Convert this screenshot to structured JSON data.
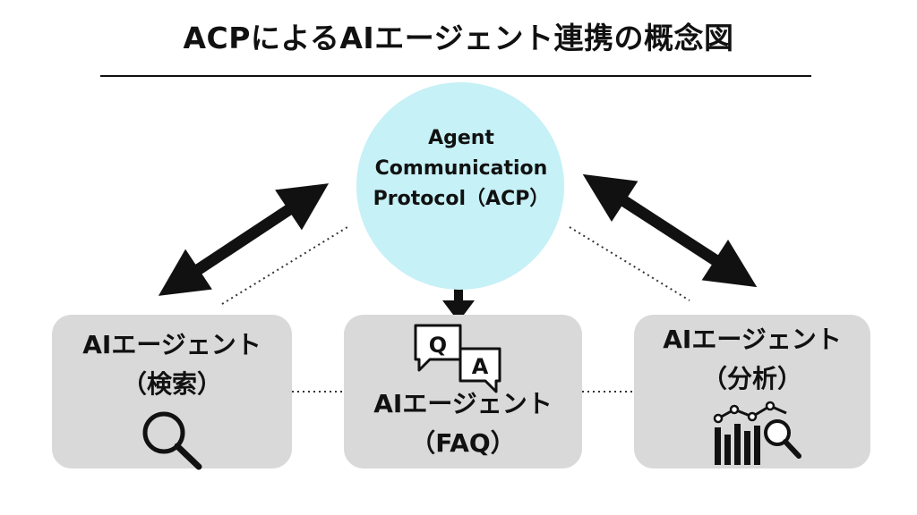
{
  "title": "ACPによるAIエージェント連携の概念図",
  "center": {
    "line1": "Agent",
    "line2": "Communication",
    "line3": "Protocol（ACP）",
    "color": "#c6f1f6"
  },
  "agents": [
    {
      "name": "AIエージェント",
      "role": "（検索）",
      "icon": "search-icon"
    },
    {
      "name": "AIエージェント",
      "role": "（FAQ）",
      "icon": "qa-icon"
    },
    {
      "name": "AIエージェント",
      "role": "（分析）",
      "icon": "analytics-icon"
    }
  ],
  "qa_icon": {
    "q": "Q",
    "a": "A"
  },
  "colors": {
    "box": "#d9d9d9",
    "arrow": "#111111"
  }
}
